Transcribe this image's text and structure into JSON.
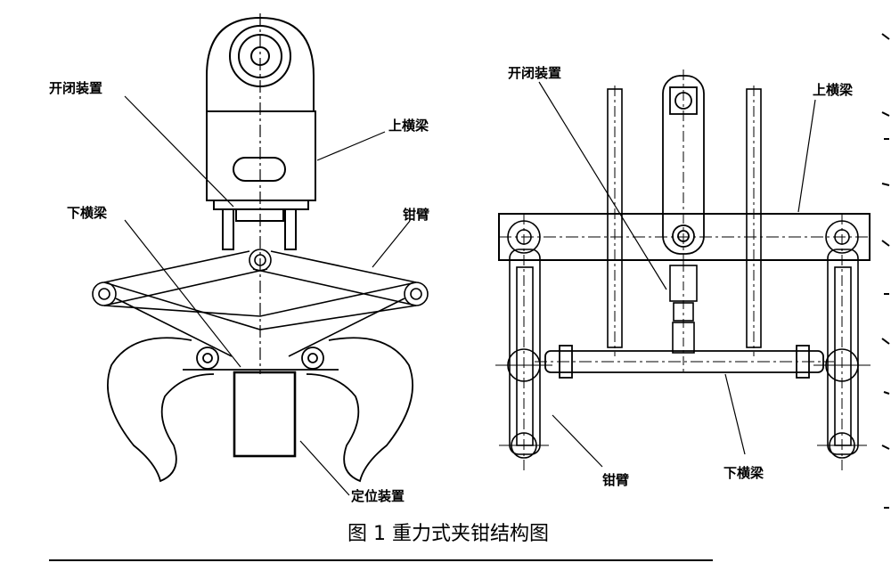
{
  "figure": {
    "caption": "图 1  重力式夹钳结构图",
    "left_view": {
      "labels": {
        "open_close_device": "开闭装置",
        "upper_beam": "上横梁",
        "lower_beam": "下横梁",
        "clamp_arm": "钳臂",
        "positioning_device": "定位装置"
      }
    },
    "right_view": {
      "labels": {
        "open_close_device": "开闭装置",
        "upper_beam": "上横梁",
        "clamp_arm": "钳臂",
        "lower_beam": "下横梁"
      }
    }
  },
  "colors": {
    "line": "#000000",
    "background": "#ffffff"
  }
}
